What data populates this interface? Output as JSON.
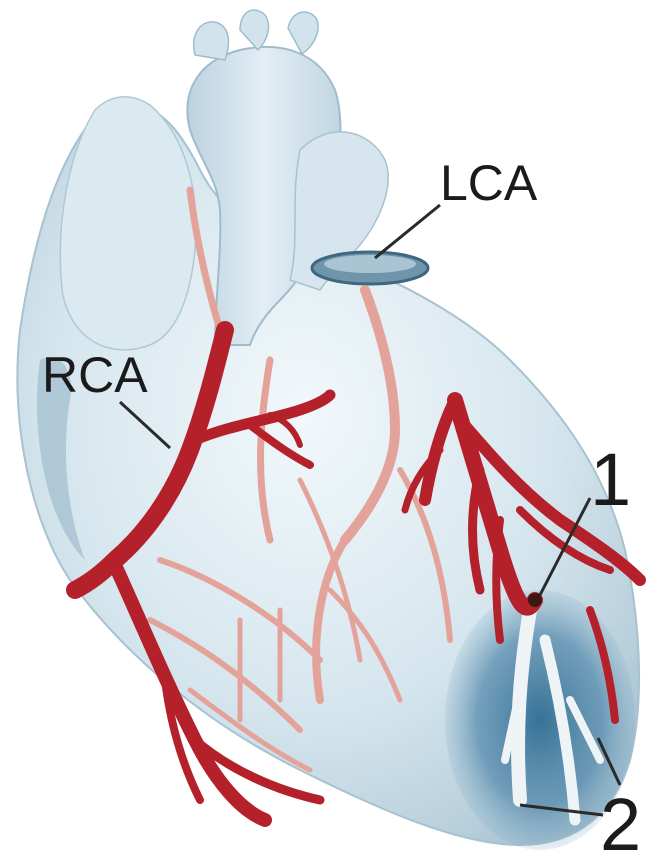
{
  "image": {
    "labels": {
      "lca": "LCA",
      "rca": "RCA",
      "marker_1": "1",
      "marker_2": "2"
    },
    "colors": {
      "background": "#ffffff",
      "heart_surface": "#d6e6ee",
      "heart_shadow": "#b2cbd8",
      "artery_red": "#b5212a",
      "artery_pink": "#e4a39a",
      "infarct_blue": "#4f86a9",
      "label_text": "#1b1b1b"
    }
  }
}
